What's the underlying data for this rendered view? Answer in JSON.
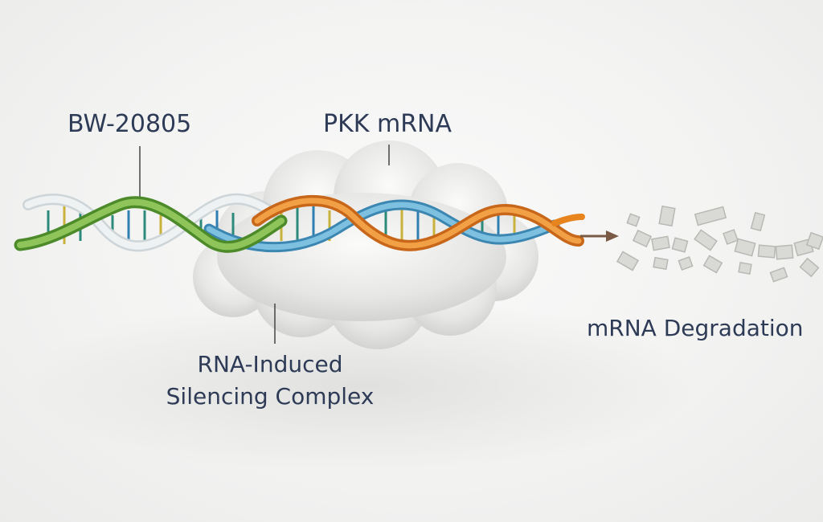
{
  "labels": {
    "drug": "BW-20805",
    "target": "PKK mRNA",
    "complex_line1": "RNA-Induced",
    "complex_line2": "Silencing Complex",
    "degradation": "mRNA Degradation"
  },
  "colors": {
    "drug_strand": "#6fa63f",
    "drug_strand_light": "#e9eef0",
    "target_strand": "#e8841e",
    "target_strand_light": "#4f9fc9",
    "complex_fill": "#e4e4e2",
    "label_text": "#2e3b56",
    "arrow": "#7a5a45"
  },
  "icons": {
    "helix": "double-helix",
    "complex": "cloud-shape",
    "arrow": "right-arrow",
    "fragments": "mrna-fragments"
  }
}
